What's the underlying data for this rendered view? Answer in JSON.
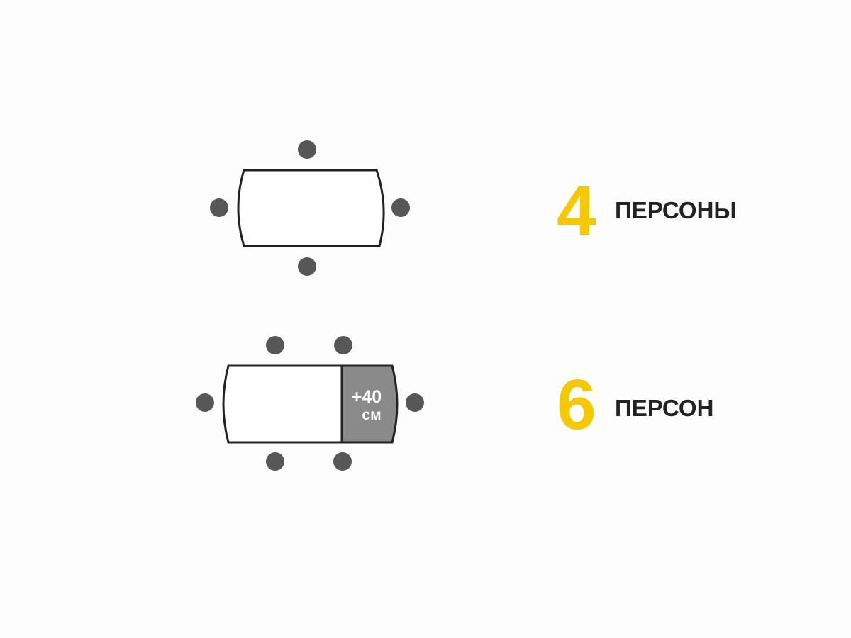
{
  "colors": {
    "accent": "#F5C800",
    "chair": "#575757",
    "extension": "#8a8a8a",
    "outline": "#222222"
  },
  "options": [
    {
      "count": "4",
      "label": "ПЕРСОНЫ"
    },
    {
      "count": "6",
      "label": "ПЕРСОН",
      "extension": {
        "amount": "+40",
        "unit": "см"
      }
    }
  ]
}
